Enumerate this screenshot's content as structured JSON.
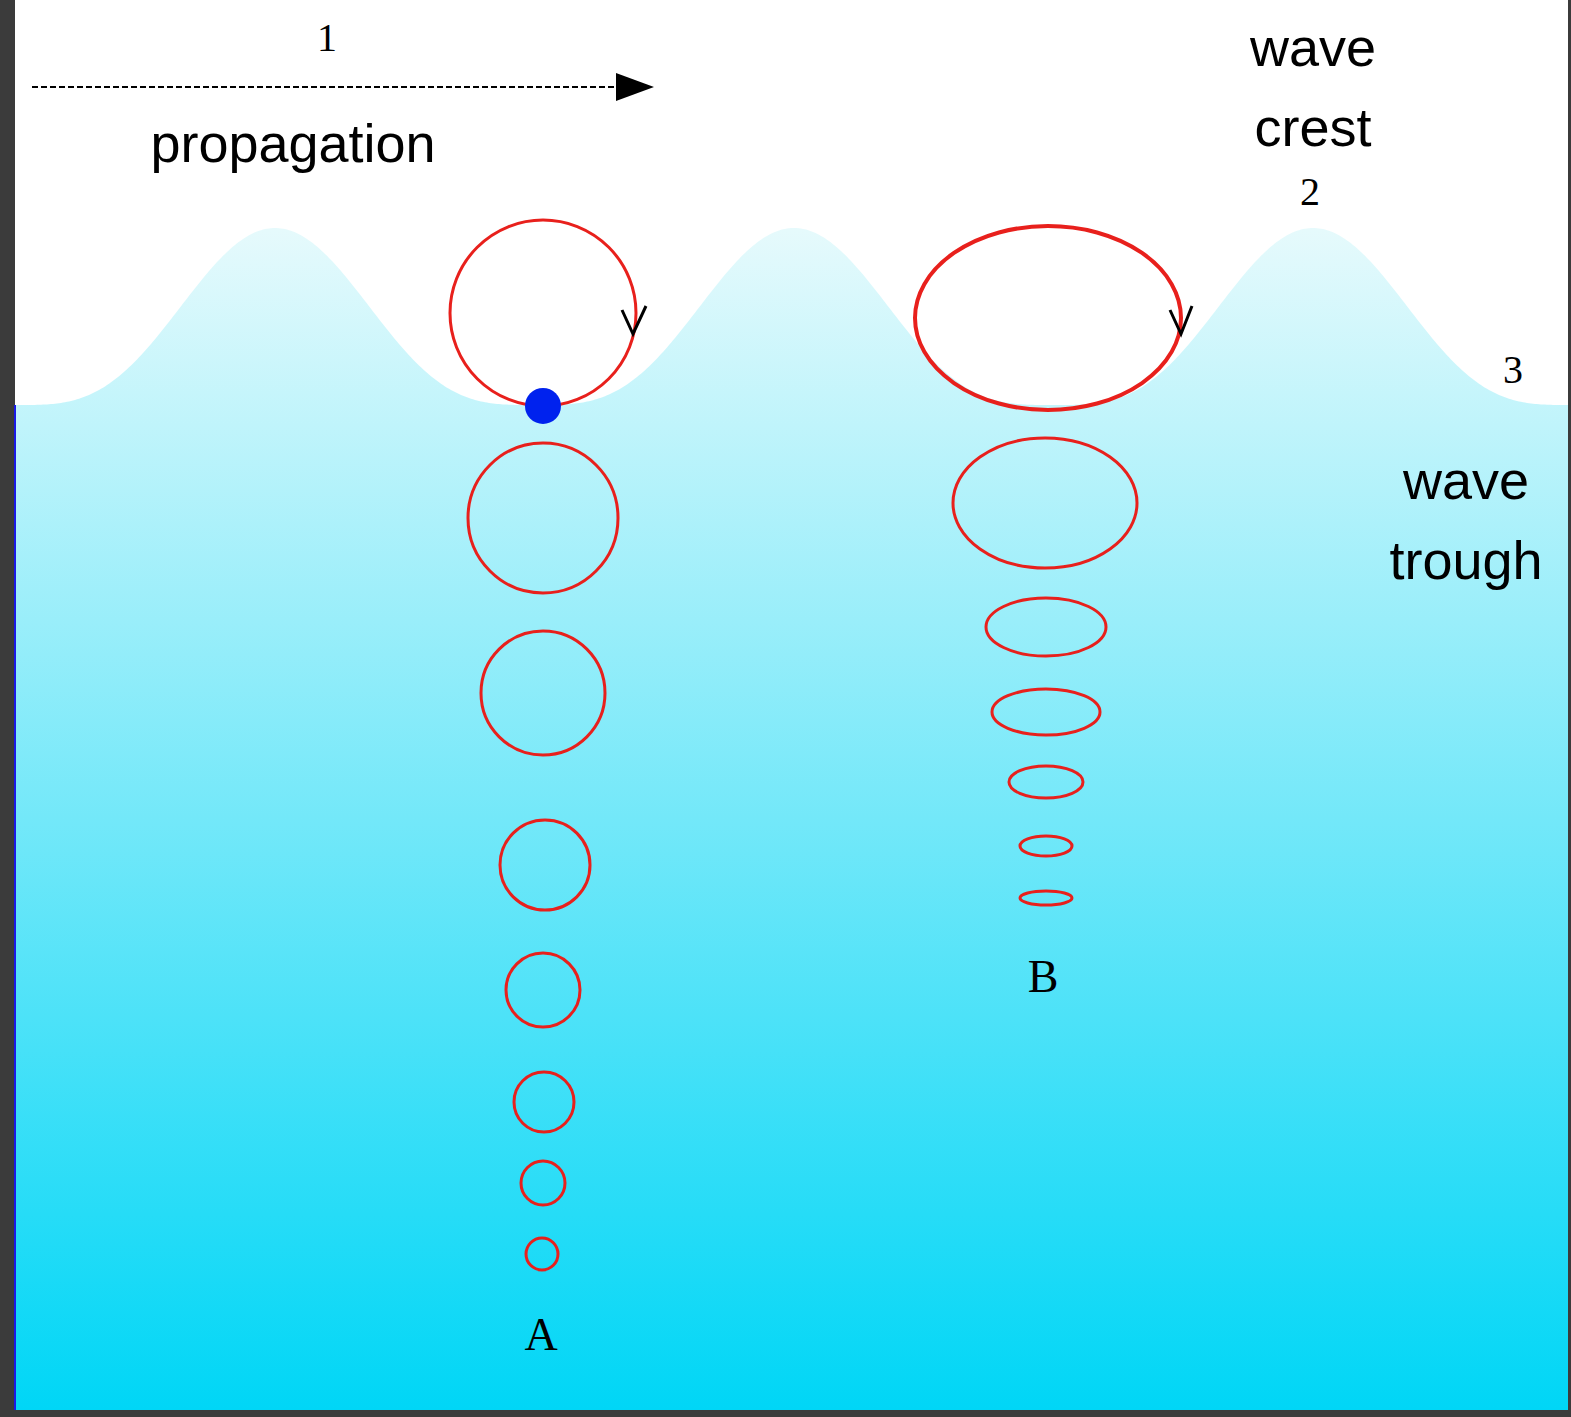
{
  "diagram": {
    "labels": [
      "1",
      "propagation",
      "wave crest",
      "2",
      "3",
      "wave trough",
      "A",
      "B"
    ]
  }
}
